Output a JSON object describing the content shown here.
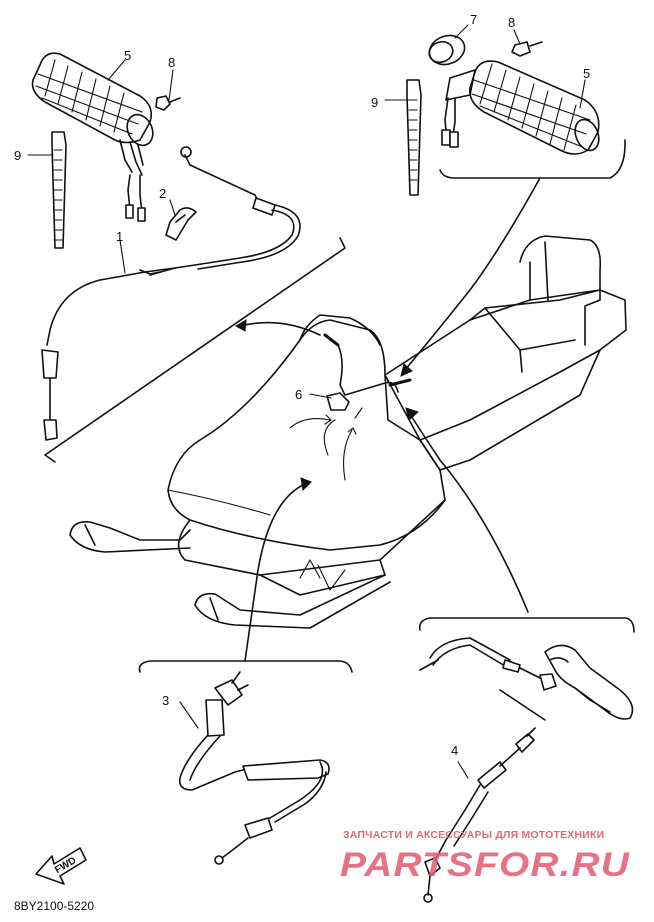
{
  "callouts": {
    "c1": "1",
    "c2": "2",
    "c3": "3",
    "c4": "4",
    "c5_left": "5",
    "c5_right": "5",
    "c6": "6",
    "c7": "7",
    "c8_left": "8",
    "c8_right": "8",
    "c9_left": "9",
    "c9_right": "9"
  },
  "direction_label": "FWD",
  "drawing_code": "8BY2100-5220",
  "watermark": {
    "tagline": "ЗАПЧАСТИ И АКСЕССУАРЫ ДЛЯ МОТОТЕХНИКИ",
    "brand": "PARTSFOR.RU"
  },
  "colors": {
    "line": "#111111",
    "watermark": "#e25b70"
  }
}
